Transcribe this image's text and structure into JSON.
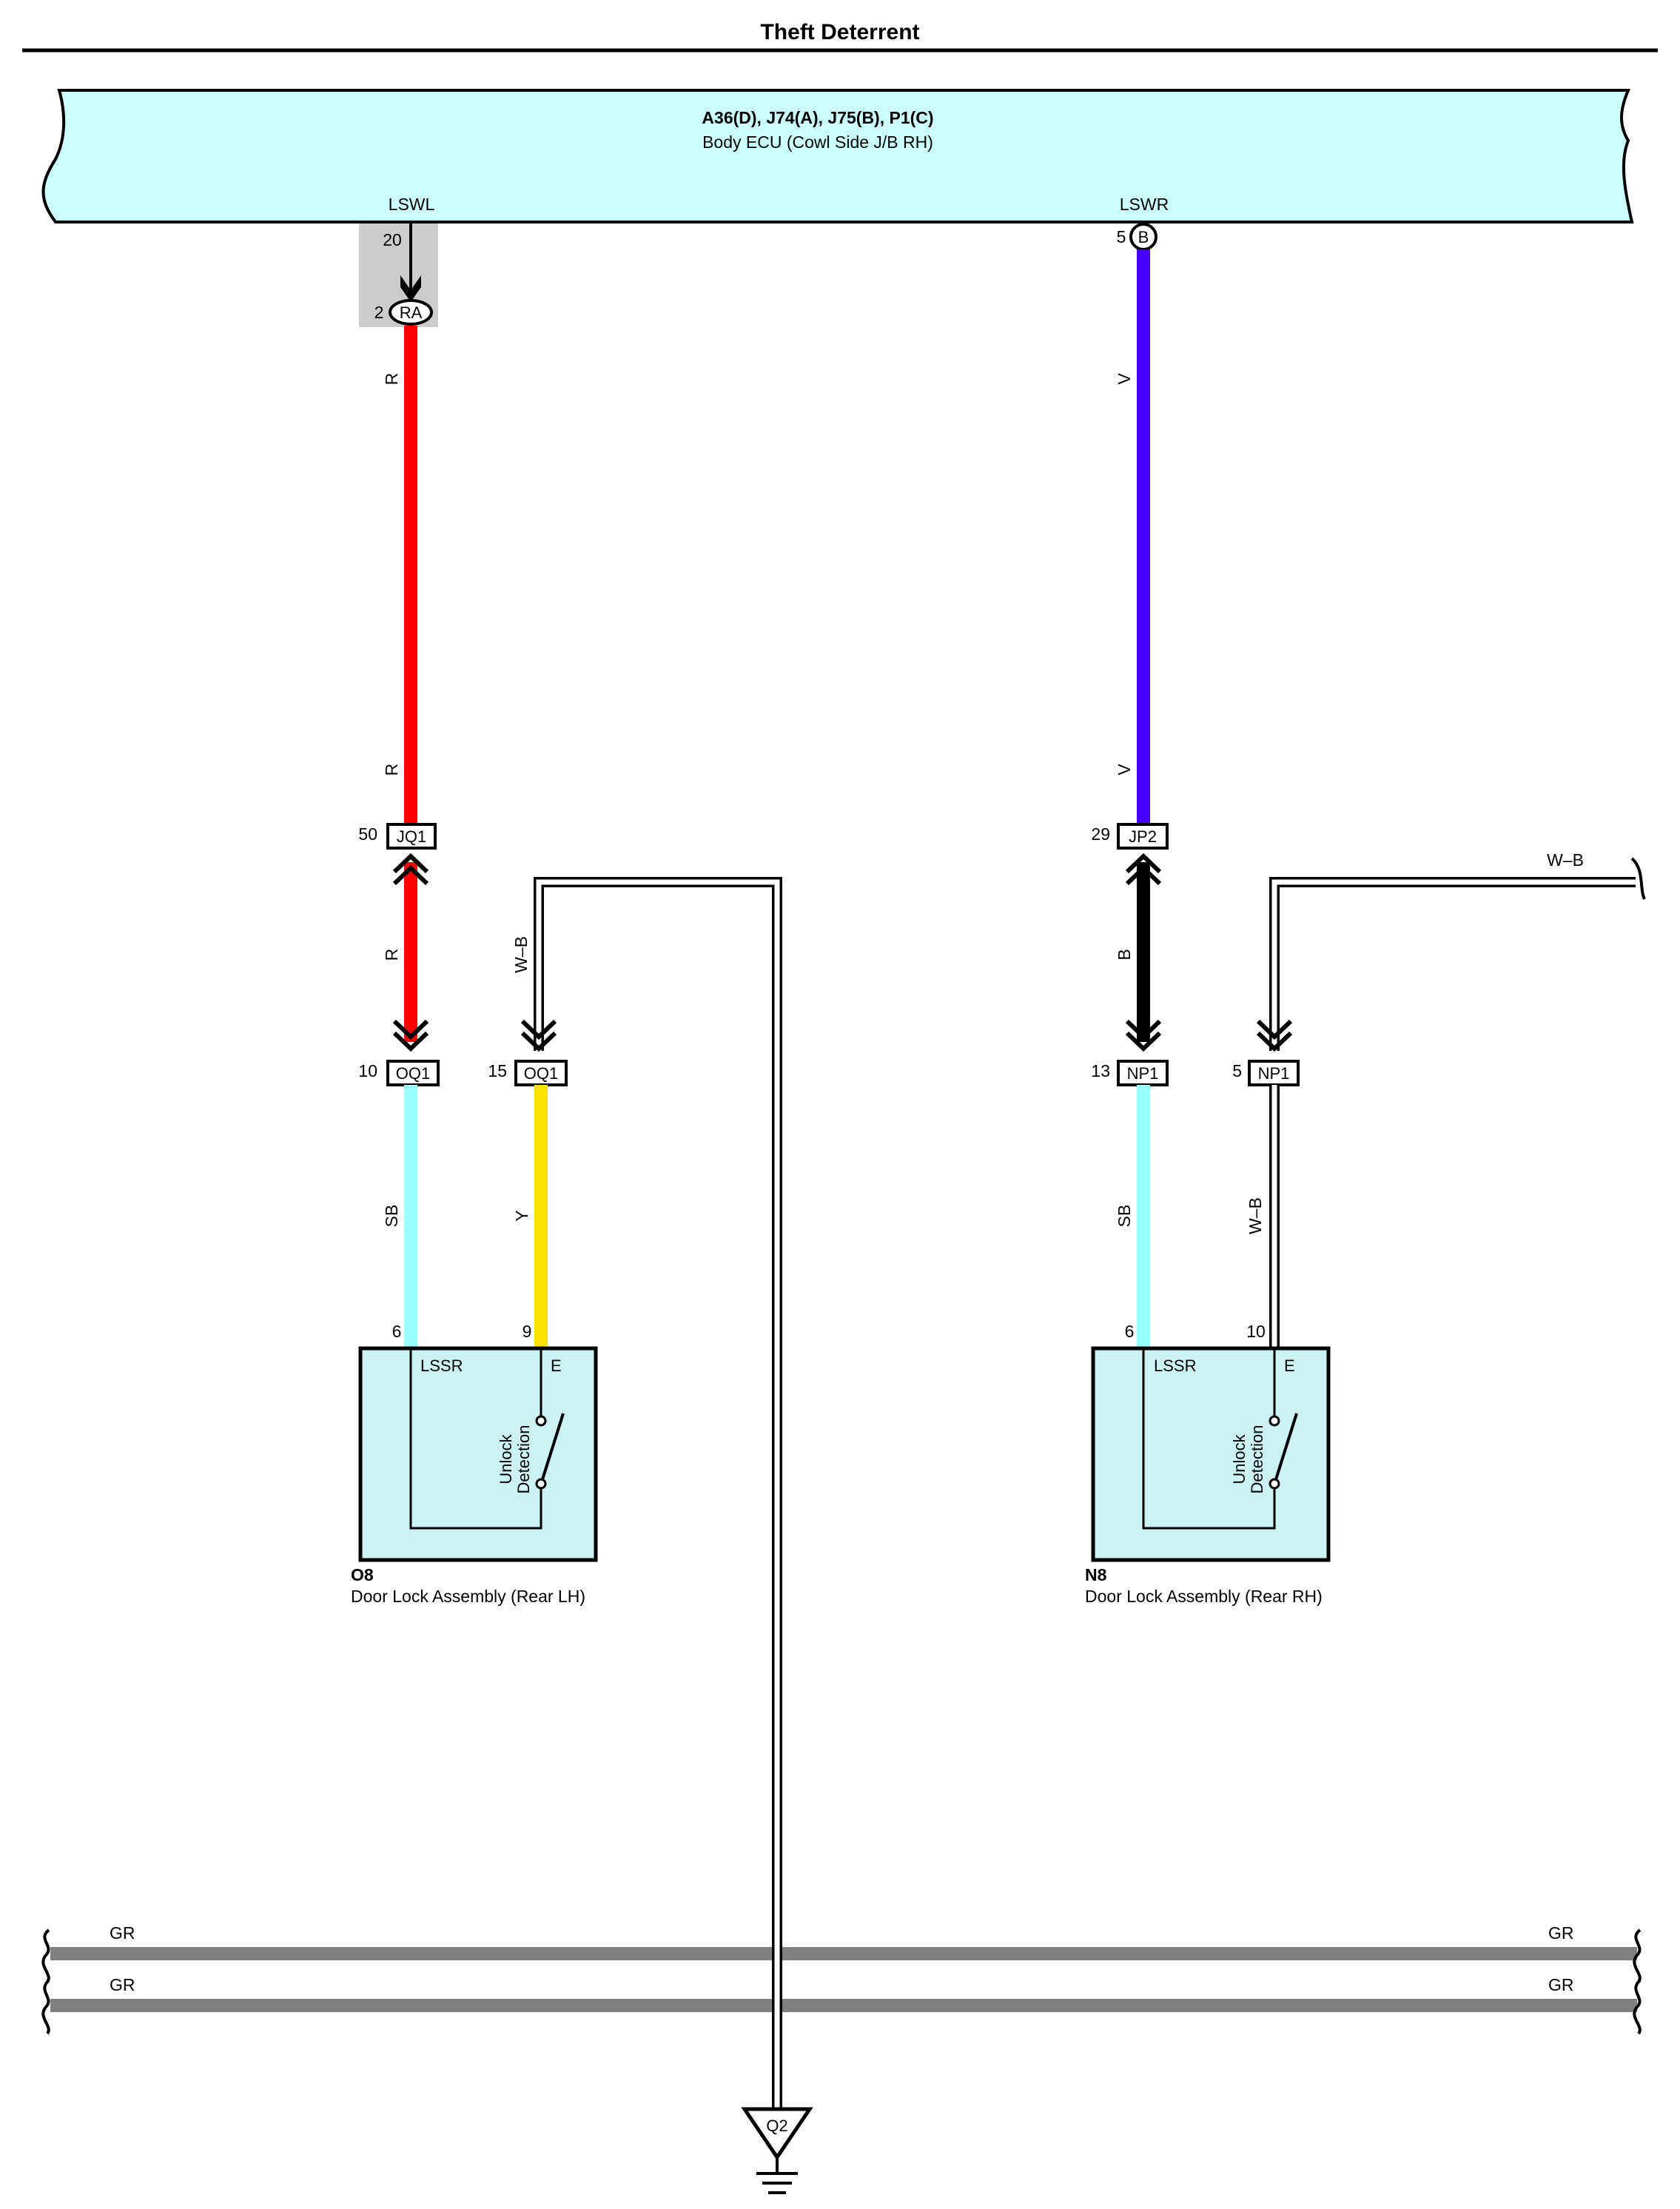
{
  "title": "Theft Deterrent",
  "ecu": {
    "connectors": "A36(D), J74(A), J75(B), P1(C)",
    "name": "Body ECU (Cowl Side J/B RH)",
    "terminal_left": "LSWL",
    "terminal_right": "LSWR"
  },
  "left_branch": {
    "ecu_pin": "20",
    "junction_pin": "2",
    "junction_code": "RA",
    "wire_color_upper": "R",
    "wire_color_mid": "R",
    "wire_color_bridge": "R",
    "connector_jq1_pin": "50",
    "connector_jq1": "JQ1",
    "connector_oq1_pin_a": "10",
    "connector_oq1_a": "OQ1",
    "connector_oq1_pin_b": "15",
    "connector_oq1_b": "OQ1",
    "wire_wb": "W–B",
    "wire_sb": "SB",
    "wire_y": "Y",
    "comp_pin_a": "6",
    "comp_pin_b": "9"
  },
  "right_branch": {
    "ecu_pin": "5",
    "ecu_connector": "B",
    "wire_color_upper": "V",
    "wire_color_mid": "V",
    "wire_color_bridge": "B",
    "connector_jp2_pin": "29",
    "connector_jp2": "JP2",
    "connector_np1_pin_a": "13",
    "connector_np1_a": "NP1",
    "connector_np1_pin_b": "5",
    "connector_np1_b": "NP1",
    "wire_wb_top": "W–B",
    "wire_wb_vertical": "W–B",
    "wire_sb": "SB",
    "comp_pin_a": "6",
    "comp_pin_b": "10"
  },
  "components": [
    {
      "id": "O8",
      "name": "Door Lock Assembly (Rear LH)",
      "terminal_a": "LSSR",
      "terminal_b": "E",
      "switch_line1": "Unlock",
      "switch_line2": "Detection"
    },
    {
      "id": "N8",
      "name": "Door Lock Assembly (Rear RH)",
      "terminal_a": "LSSR",
      "terminal_b": "E",
      "switch_line1": "Unlock",
      "switch_line2": "Detection"
    }
  ],
  "bus": {
    "wire1_left": "GR",
    "wire1_right": "GR",
    "wire2_left": "GR",
    "wire2_right": "GR"
  },
  "ground": {
    "code": "Q2"
  },
  "colors": {
    "ecu_fill": "#ccffff",
    "component_fill": "#ccf2f4",
    "wire_red": "#ff0000",
    "wire_violet": "#4400ff",
    "wire_black": "#000000",
    "wire_skyblue": "#99ffff",
    "wire_yellow": "#ffe100",
    "wire_gray": "#808080",
    "shade": "#cccccc"
  }
}
